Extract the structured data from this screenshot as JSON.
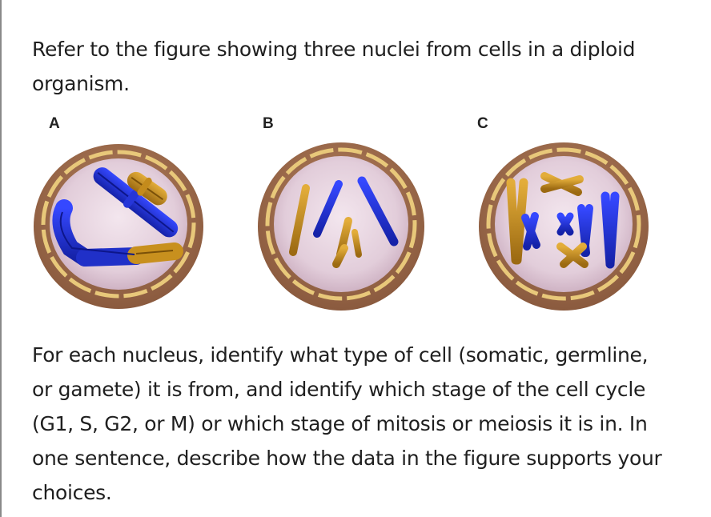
{
  "question": {
    "intro": "Refer to the figure showing three nuclei from cells in a diploid organism.",
    "prompt": "For each nucleus, identify what type of cell (somatic, germline, or gamete) it is from, and identify which stage of the cell cycle (G1, S, G2, or M) or which stage of mitosis or meiosis it is in. In one sentence, describe how the data in the figure supports your choices."
  },
  "figure": {
    "panels": [
      {
        "label": "A",
        "chromosome_state": "duplicated"
      },
      {
        "label": "B",
        "chromosome_state": "single"
      },
      {
        "label": "C",
        "chromosome_state": "condensed"
      }
    ],
    "colors": {
      "maternal": "#c8901e",
      "paternal": "#1e2fd0",
      "nucleoplasm": "#e5d2dd",
      "envelope": "#a87552",
      "envelope_line": "#e8c87a"
    }
  }
}
